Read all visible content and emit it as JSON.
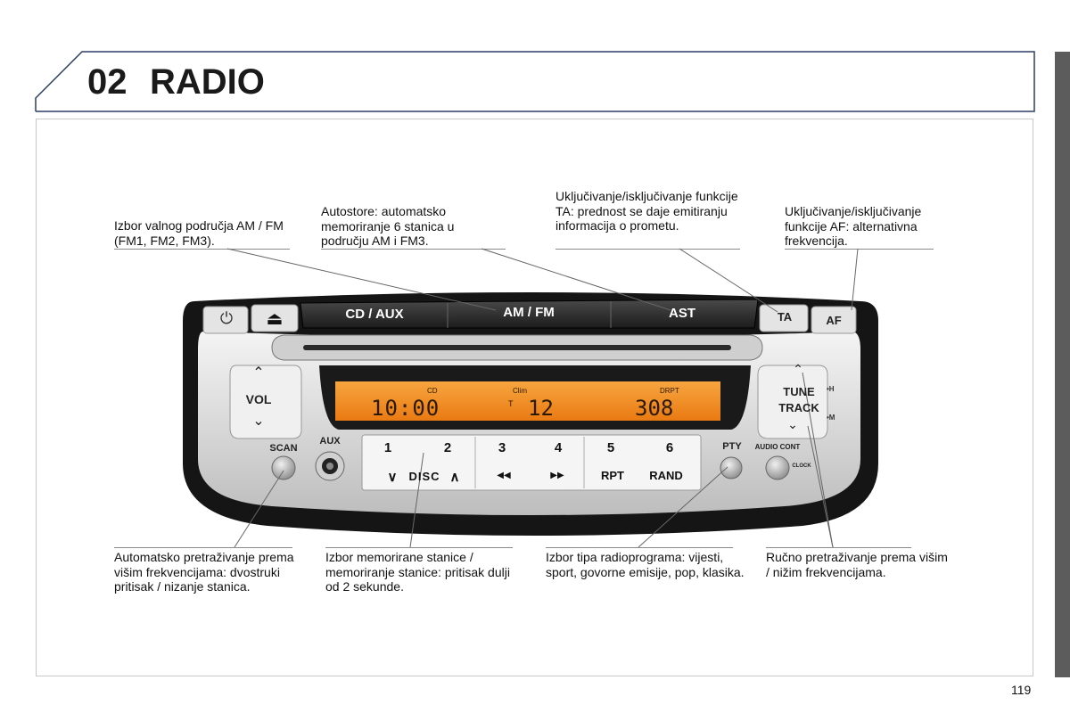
{
  "header": {
    "chapter_number": "02",
    "chapter_title": "RADIO"
  },
  "callouts_top": [
    {
      "id": "band",
      "text": "Izbor valnog područja AM / FM (FM1, FM2, FM3)."
    },
    {
      "id": "autostore",
      "text": "Autostore: automatsko memoriranje 6 stanica u području AM i FM3."
    },
    {
      "id": "ta",
      "text": "Uključivanje/isključivanje funkcije TA: prednost se daje emitiranju informacija o prometu."
    },
    {
      "id": "af",
      "text": "Uključivanje/isključivanje funkcije AF: alternativna frekvencija."
    }
  ],
  "callouts_bottom": [
    {
      "id": "scan",
      "text": "Automatsko pretraživanje prema višim frekvencijama: dvostruki pritisak / nizanje stanica."
    },
    {
      "id": "preset",
      "text": "Izbor memorirane stanice / memoriranje stanice: pritisak dulji od 2 sekunde."
    },
    {
      "id": "pty",
      "text": "Izbor tipa radioprograma: vijesti, sport, govorne emisije, pop, klasika."
    },
    {
      "id": "manual",
      "text": "Ručno pretraživanje prema višim / nižim frekvencijama."
    }
  ],
  "radio": {
    "buttons_top": {
      "power": "⏻",
      "eject": "⏏",
      "cd_aux": "CD / AUX",
      "am_fm": "AM / FM",
      "ast": "AST",
      "ta": "TA",
      "af": "AF"
    },
    "vol_label": "VOL",
    "vol_up": "⌃",
    "vol_down": "⌄",
    "tune_label_1": "TUNE",
    "tune_label_2": "TRACK",
    "tune_up": "⌃",
    "tune_down": "⌄",
    "tune_side_h": "•H",
    "tune_side_m": "•M",
    "display": {
      "cd_indicator": "CD",
      "time": "10:00",
      "clim_indicator": "Clim",
      "t_indicator": "T",
      "temp": "12",
      "drpt_indicator": "DRPT",
      "range": "308"
    },
    "scan_label": "SCAN",
    "aux_label": "AUX",
    "presets": [
      {
        "num": "1",
        "sub": "∨"
      },
      {
        "num": "2",
        "sub": "∧"
      },
      {
        "num": "3",
        "sub": "◀◀"
      },
      {
        "num": "4",
        "sub": "▶▶"
      },
      {
        "num": "5",
        "sub": "RPT"
      },
      {
        "num": "6",
        "sub": "RAND"
      }
    ],
    "disc_label": "DISC",
    "pty_label": "PTY",
    "audio_cont_label": "AUDIO CONT",
    "clock_label": "CLOCK"
  },
  "page_number": "119",
  "colors": {
    "frame_blue": "#2b3d66",
    "display_orange": "#f08a1c",
    "side_tab": "#5c5c5c"
  }
}
